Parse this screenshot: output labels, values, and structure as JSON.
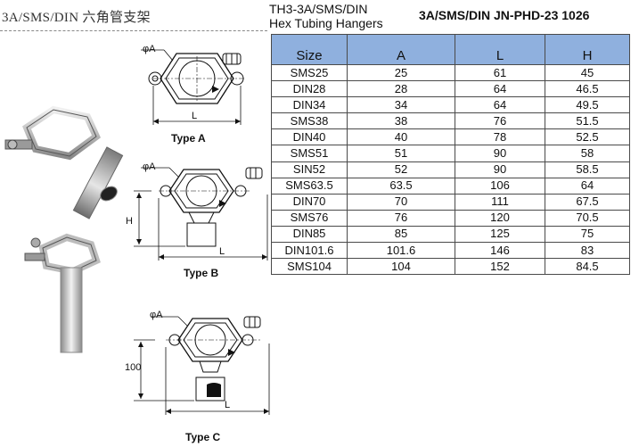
{
  "header": {
    "left_title": "3A/SMS/DIN 六角管支架",
    "mid_title_line1": "TH3-3A/SMS/DIN",
    "mid_title_line2": "Hex Tubing Hangers",
    "right_title": "3A/SMS/DIN JN-PHD-23 1026"
  },
  "diagrams": {
    "type_a": {
      "label": "Type A",
      "phi": "φA",
      "length": "L"
    },
    "type_b": {
      "label": "Type B",
      "phi": "φA",
      "length": "L",
      "height": "H"
    },
    "type_c": {
      "label": "Type C",
      "phi": "φA",
      "length": "L",
      "height": "100"
    }
  },
  "table": {
    "headers": [
      "Size",
      "A",
      "L",
      "H"
    ],
    "rows": [
      [
        "SMS25",
        "25",
        "61",
        "45"
      ],
      [
        "DIN28",
        "28",
        "64",
        "46.5"
      ],
      [
        "DIN34",
        "34",
        "64",
        "49.5"
      ],
      [
        "SMS38",
        "38",
        "76",
        "51.5"
      ],
      [
        "DIN40",
        "40",
        "78",
        "52.5"
      ],
      [
        "SMS51",
        "51",
        "90",
        "58"
      ],
      [
        "SIN52",
        "52",
        "90",
        "58.5"
      ],
      [
        "SMS63.5",
        "63.5",
        "106",
        "64"
      ],
      [
        "DIN70",
        "70",
        "111",
        "67.5"
      ],
      [
        "SMS76",
        "76",
        "120",
        "70.5"
      ],
      [
        "DIN85",
        "85",
        "125",
        "75"
      ],
      [
        "DIN101.6",
        "101.6",
        "146",
        "83"
      ],
      [
        "SMS104",
        "104",
        "152",
        "84.5"
      ]
    ]
  }
}
